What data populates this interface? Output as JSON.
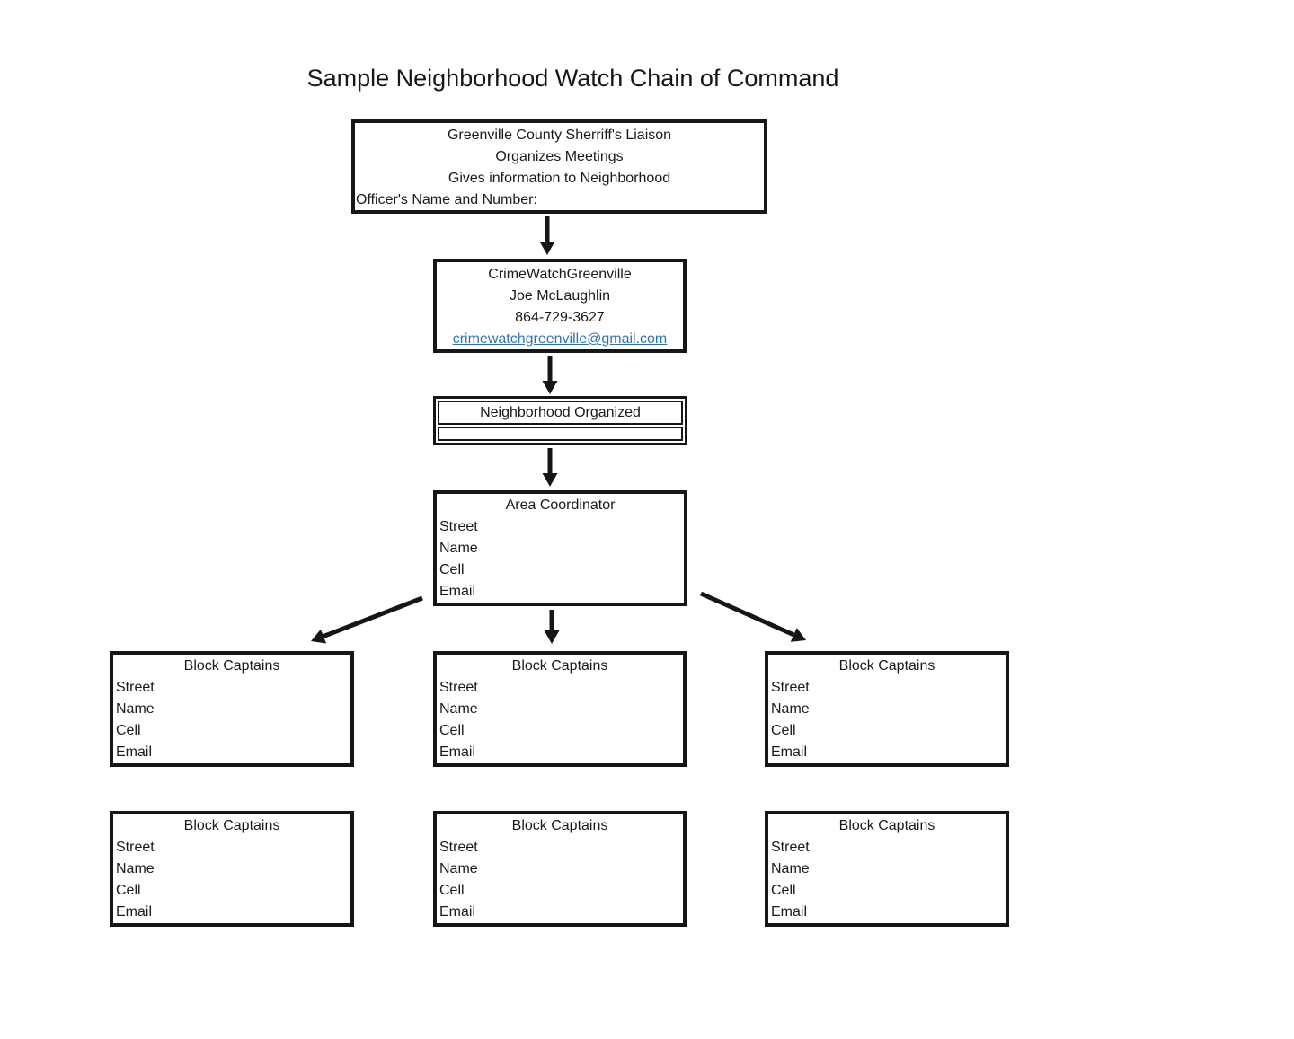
{
  "title": "Sample Neighborhood Watch Chain of Command",
  "colors": {
    "line": "#161616",
    "link_blue": "#2E74B5",
    "background": "#ffffff"
  },
  "liaison_box": {
    "line1": "Greenville County Sherriff's Liaison",
    "line2": "Organizes Meetings",
    "line3": "Gives information to Neighborhood",
    "line4": "Officer's Name and Number:"
  },
  "contact_box": {
    "org": "CrimeWatchGreenville",
    "name": "Joe McLaughlin",
    "phone": "864-729-3627",
    "email": "crimewatchgreenville@gmail.com"
  },
  "neighborhood_box": {
    "title": "Neighborhood Organized",
    "value": ""
  },
  "area_coordinator_box": {
    "title": "Area Coordinator",
    "fields": [
      "Street",
      "Name",
      "Cell",
      "Email"
    ]
  },
  "block_captain_box": {
    "title": "Block Captains",
    "fields": [
      "Street",
      "Name",
      "Cell",
      "Email"
    ]
  }
}
